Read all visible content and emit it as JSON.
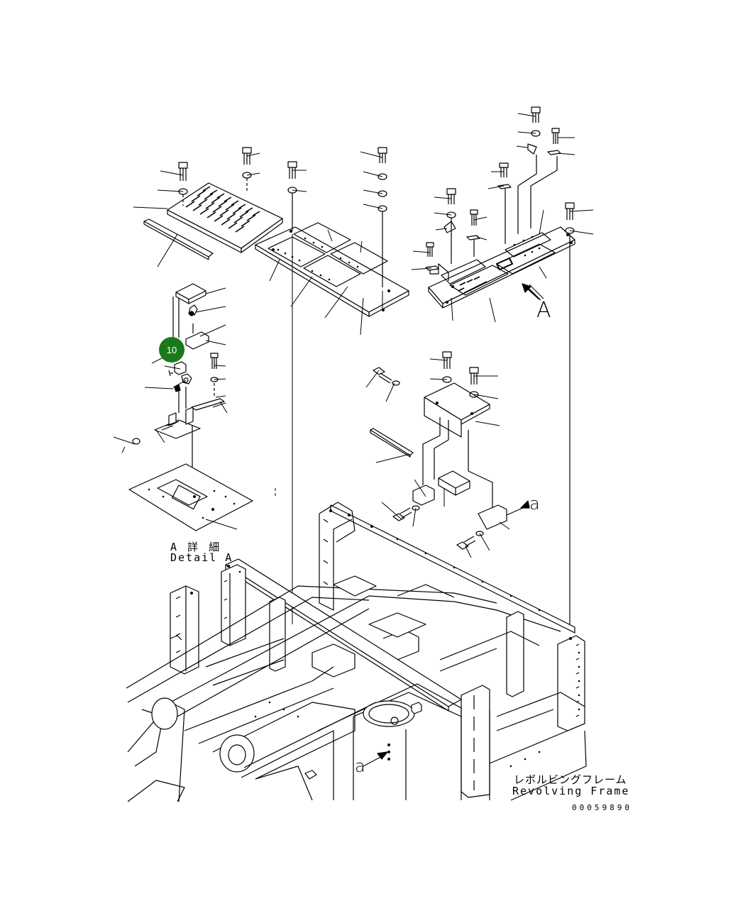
{
  "marker": {
    "label": "10"
  },
  "view_marker": "A",
  "arrow_label": "a",
  "detail": {
    "jp": "A 詳 細",
    "en": "Detail A"
  },
  "frame": {
    "jp": "レボルビングフレーム",
    "en": "Revolving Frame"
  },
  "drawing_number": "00059890"
}
